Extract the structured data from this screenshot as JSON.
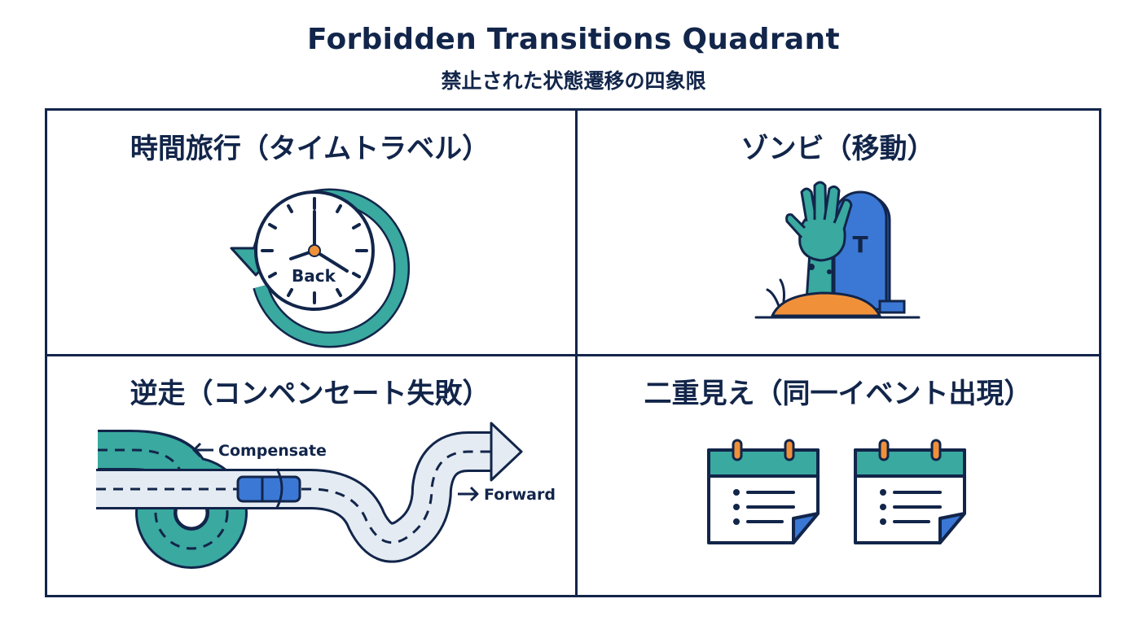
{
  "title": "Forbidden Transitions Quadrant",
  "subtitle": "禁止された状態遷移の四象限",
  "quadrants": [
    {
      "label": "時間旅行（タイムトラベル）",
      "icon": "clock-back-icon",
      "clock_text": "Back"
    },
    {
      "label": "ゾンビ（移動）",
      "icon": "zombie-hand-tombstone-icon",
      "tombstone_text": "T"
    },
    {
      "label": "逆走（コンペンセート失敗）",
      "icon": "road-reverse-icon",
      "compensate_label": "Compensate",
      "forward_label": "Forward"
    },
    {
      "label": "二重見え（同一イベント出現）",
      "icon": "duplicate-calendar-icon"
    }
  ],
  "colors": {
    "navy": "#12254a",
    "teal": "#3aa9a0",
    "blue": "#3b78d6",
    "orange": "#f0913a",
    "road": "#e4ebf2"
  }
}
